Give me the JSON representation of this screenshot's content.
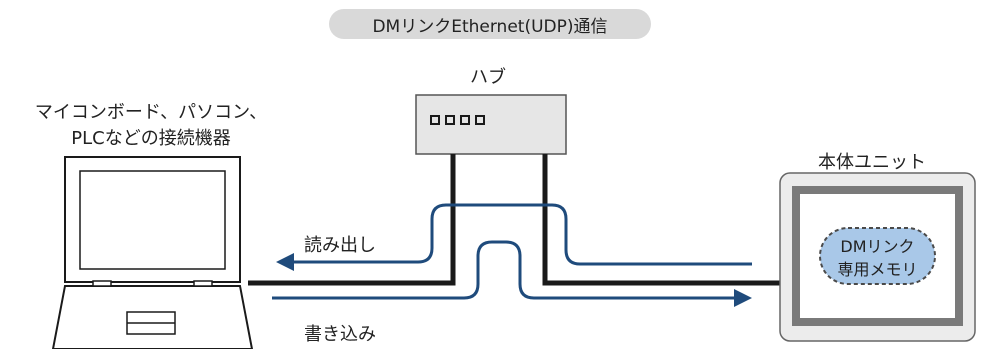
{
  "title": "DMリンクEthernet(UDP)通信",
  "hub": {
    "label": "ハブ",
    "ports": "oooo"
  },
  "host": {
    "label_line1": "マイコンボード、パソコン、",
    "label_line2": "PLCなどの接続機器"
  },
  "unit": {
    "label": "本体ユニット",
    "memory_line1": "DMリンク",
    "memory_line2": "専用メモリ"
  },
  "flows": {
    "read": "読み出し",
    "write": "書き込み"
  },
  "colors": {
    "cable": "#1a1a1a",
    "flow": "#1f4b7c",
    "device_fill": "#e6e6e6",
    "memory_fill": "#a9c8e8",
    "pill": "#d9d9d9"
  }
}
